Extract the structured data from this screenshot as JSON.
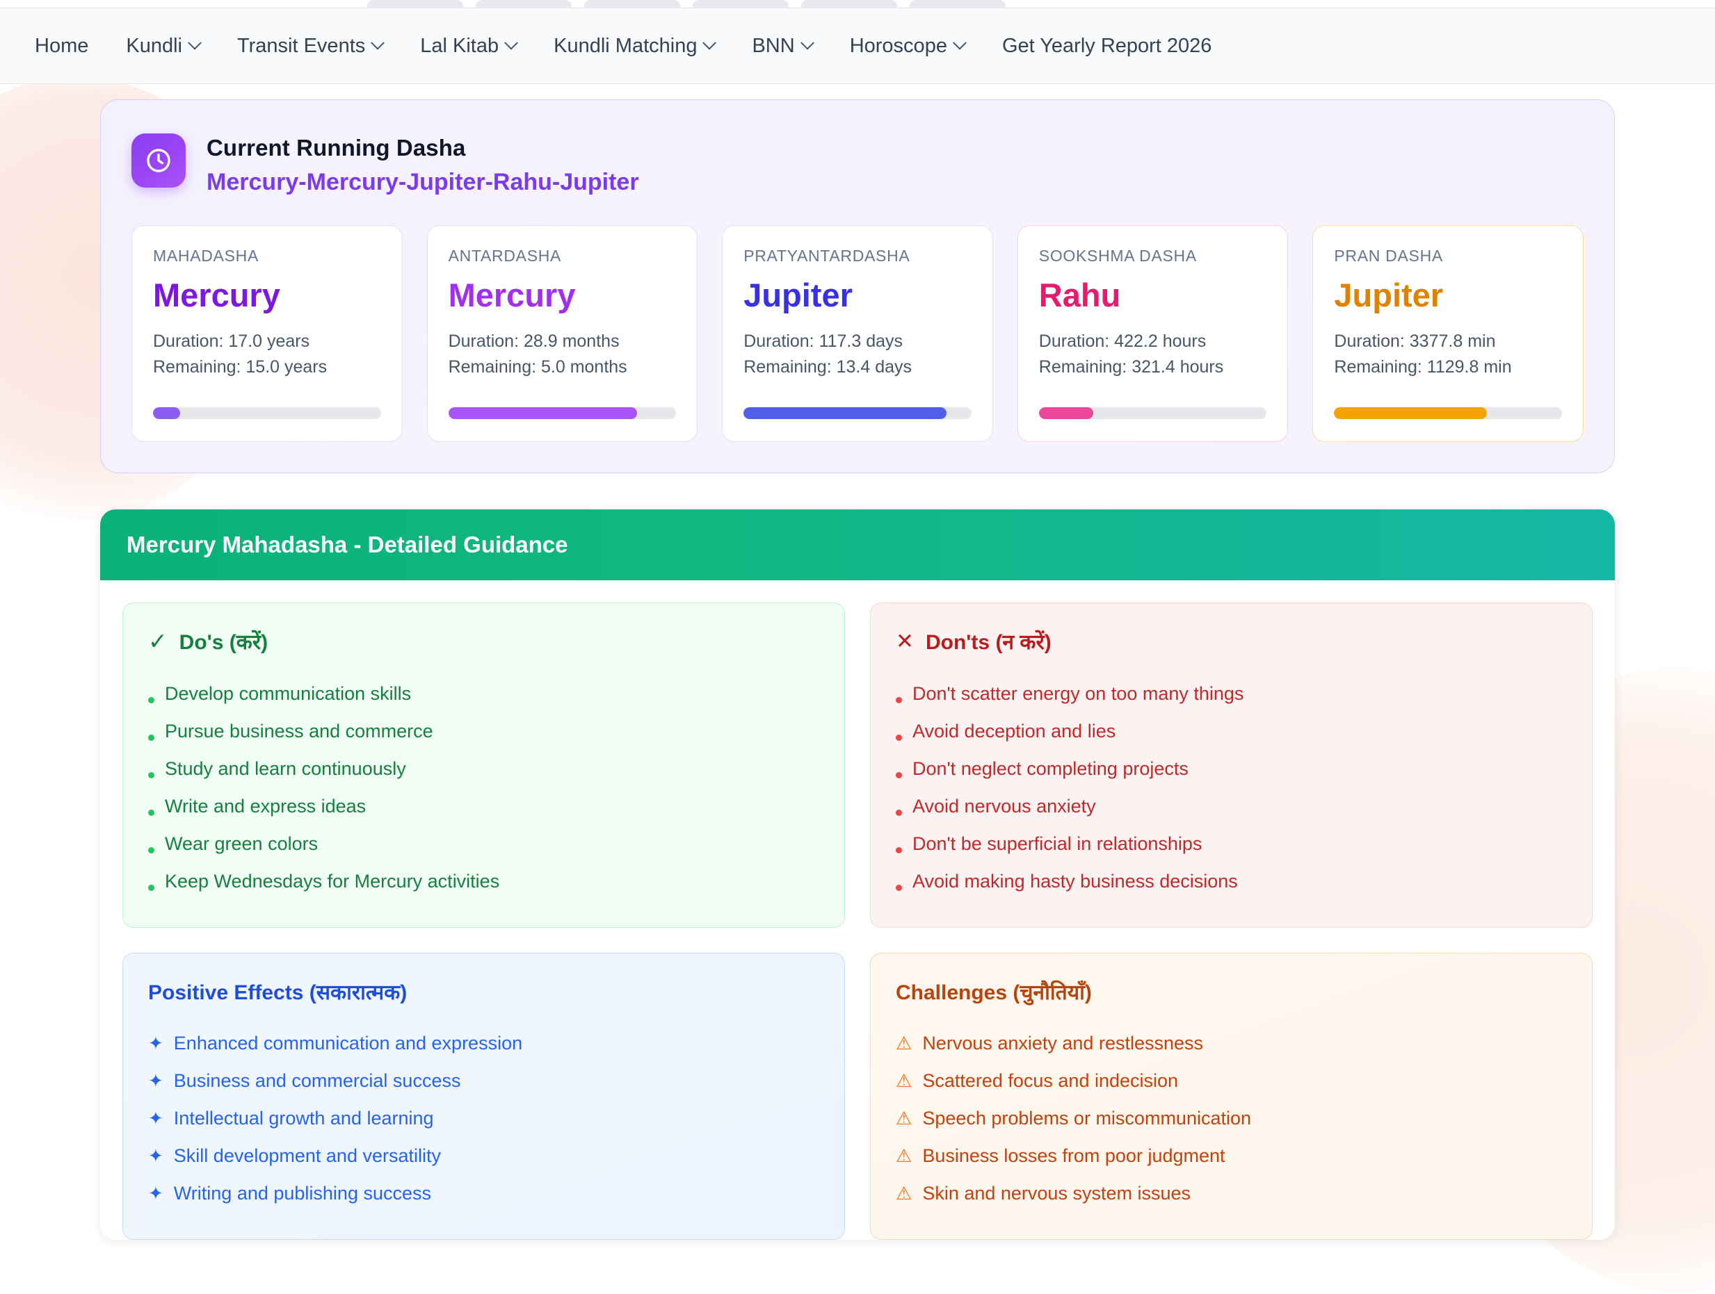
{
  "nav": {
    "items": [
      {
        "label": "Home",
        "caret": false
      },
      {
        "label": "Kundli",
        "caret": true
      },
      {
        "label": "Transit Events",
        "caret": true
      },
      {
        "label": "Lal Kitab",
        "caret": true
      },
      {
        "label": "Kundli Matching",
        "caret": true
      },
      {
        "label": "BNN",
        "caret": true
      },
      {
        "label": "Horoscope",
        "caret": true
      },
      {
        "label": "Get Yearly Report 2026",
        "caret": false
      }
    ]
  },
  "dasha_panel": {
    "icon": "clock-icon",
    "title": "Current Running Dasha",
    "chain": "Mercury-Mercury-Jupiter-Rahu-Jupiter",
    "cards": [
      {
        "label": "MAHADASHA",
        "planet": "Mercury",
        "duration": "Duration: 17.0 years",
        "remaining": "Remaining: 15.0 years",
        "color": "#7c18e0",
        "bar_color": "#8b5cf6",
        "border_color": "#e4ddfb",
        "progress": 12
      },
      {
        "label": "ANTARDASHA",
        "planet": "Mercury",
        "duration": "Duration: 28.9 months",
        "remaining": "Remaining: 5.0 months",
        "color": "#a22ef0",
        "bar_color": "#a855f7",
        "border_color": "#e4ddfb",
        "progress": 83
      },
      {
        "label": "PRATYANTARDASHA",
        "planet": "Jupiter",
        "duration": "Duration: 117.3 days",
        "remaining": "Remaining: 13.4 days",
        "color": "#3730e8",
        "bar_color": "#4f5fe8",
        "border_color": "#e4ddfb",
        "progress": 89
      },
      {
        "label": "SOOKSHMA DASHA",
        "planet": "Rahu",
        "duration": "Duration: 422.2 hours",
        "remaining": "Remaining: 321.4 hours",
        "color": "#e81a6e",
        "bar_color": "#ec4899",
        "border_color": "#fbcfe2",
        "progress": 24
      },
      {
        "label": "PRAN DASHA",
        "planet": "Jupiter",
        "duration": "Duration: 3377.8 min",
        "remaining": "Remaining: 1129.8 min",
        "color": "#e08200",
        "bar_color": "#f5a300",
        "border_color": "#fbdf9a",
        "progress": 67
      }
    ]
  },
  "guidance": {
    "header": "Mercury Mahadasha - Detailed Guidance",
    "dos": {
      "icon": "check-icon",
      "glyph": "✓",
      "title": "Do's (करें)",
      "items": [
        "Develop communication skills",
        "Pursue business and commerce",
        "Study and learn continuously",
        "Write and express ideas",
        "Wear green colors",
        "Keep Wednesdays for Mercury activities"
      ]
    },
    "donts": {
      "icon": "close-icon",
      "glyph": "✕",
      "title": "Don'ts (न करें)",
      "items": [
        "Don't scatter energy on too many things",
        "Avoid deception and lies",
        "Don't neglect completing projects",
        "Avoid nervous anxiety",
        "Don't be superficial in relationships",
        "Avoid making hasty business decisions"
      ]
    },
    "positive": {
      "icon": "sparkle-icon",
      "glyph": "✦",
      "title": "Positive Effects (सकारात्मक)",
      "items": [
        "Enhanced communication and expression",
        "Business and commercial success",
        "Intellectual growth and learning",
        "Skill development and versatility",
        "Writing and publishing success"
      ]
    },
    "challenges": {
      "icon": "warning-icon",
      "glyph": "⚠",
      "title": "Challenges (चुनौतियाँ)",
      "items": [
        "Nervous anxiety and restlessness",
        "Scattered focus and indecision",
        "Speech problems or miscommunication",
        "Business losses from poor judgment",
        "Skin and nervous system issues"
      ]
    }
  }
}
